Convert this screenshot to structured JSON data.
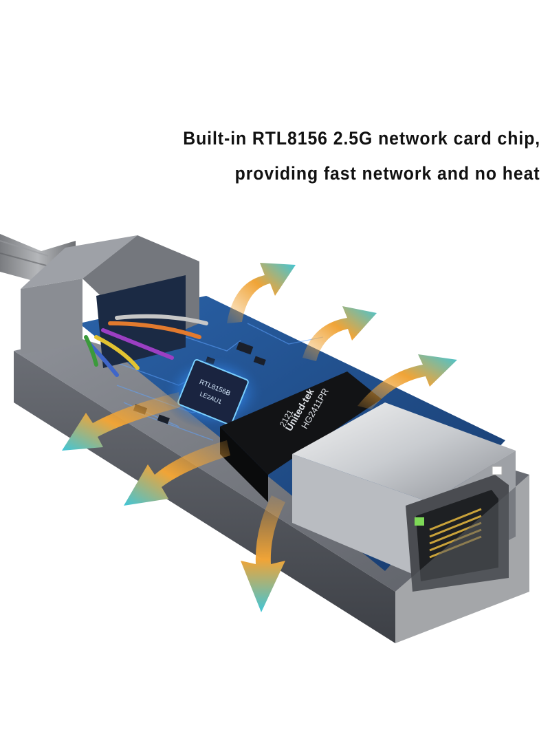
{
  "headline": {
    "line1": "Built-in RTL8156 2.5G network card chip,",
    "line2": "providing fast network and no heat"
  },
  "chip": {
    "line1": "RTL8156B",
    "line2": "LE2AU1"
  },
  "transformer": {
    "brand": "United-tek",
    "model": "HG2411PR",
    "code": "2121"
  },
  "colors": {
    "arrow_orange": "#f0a437",
    "arrow_cyan": "#3fc6d8",
    "pcb_blue": "#1f4f8f",
    "housing_gray": "#6d7077"
  }
}
